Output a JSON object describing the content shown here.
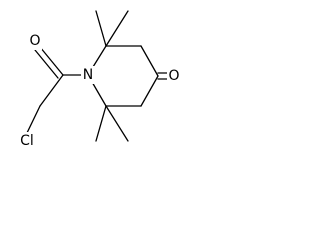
{
  "molecule": {
    "atoms": {
      "nitrogen": "N",
      "ketone_oxygen": "O",
      "amide_oxygen": "O",
      "chlorine": "Cl"
    }
  },
  "colors": {
    "bond": "#000000",
    "background": "#ffffff"
  }
}
